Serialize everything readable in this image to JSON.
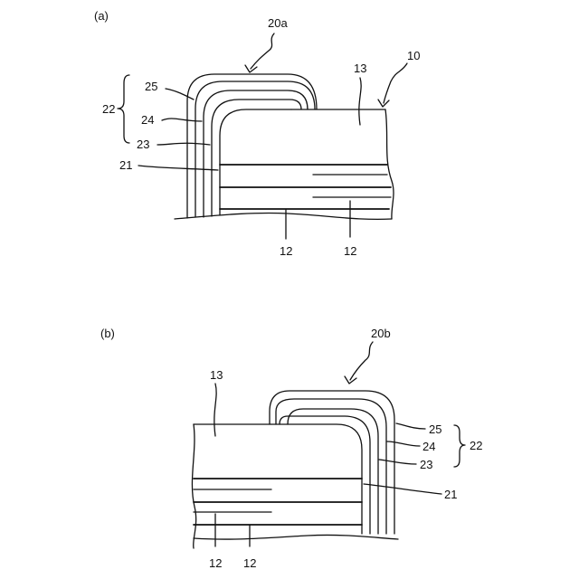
{
  "panel_a": {
    "label": "(a)",
    "structure": "20a",
    "substrate": "10",
    "layer_13": "13",
    "layer_21": "21",
    "layer_22": "22",
    "layer_23": "23",
    "layer_24": "24",
    "layer_25": "25",
    "layer_12_left": "12",
    "layer_12_right": "12"
  },
  "panel_b": {
    "label": "(b)",
    "structure": "20b",
    "layer_13": "13",
    "layer_21": "21",
    "layer_22": "22",
    "layer_23": "23",
    "layer_24": "24",
    "layer_25": "25",
    "layer_12_left": "12",
    "layer_12_right": "12"
  }
}
